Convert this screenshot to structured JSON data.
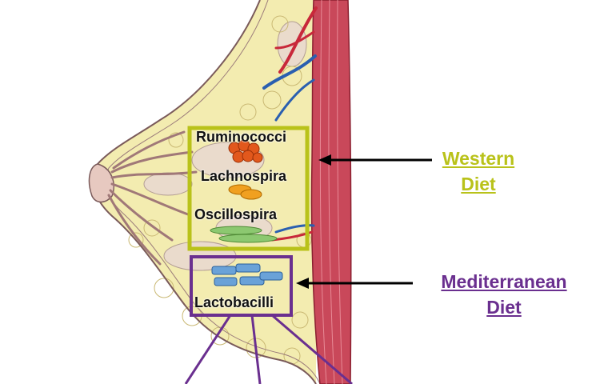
{
  "colors": {
    "background": "#ffffff",
    "skin_outline": "#7a5a5a",
    "fat_tissue": "#f3ecb0",
    "muscle": "#c9485a",
    "western_box": "#b9c21a",
    "western_text": "#b9c21a",
    "mediterranean_box": "#6a2f8f",
    "mediterranean_text": "#6a2f8f",
    "arrow": "#000000",
    "vein": "#2a5fb0",
    "artery": "#c8283a",
    "ruminococci_cells": "#e2581c",
    "lachnospira_cells": "#f0a020",
    "oscillospira_cells": "#8cc870",
    "lactobacilli_cells": "#6aa2d8"
  },
  "western": {
    "label_line1": "Western",
    "label_line2": "Diet",
    "bacteria": [
      "Ruminococci",
      "Lachnospira",
      "Oscillospira"
    ]
  },
  "mediterranean": {
    "label_line1": "Mediterranean",
    "label_line2": "Diet",
    "bacteria": [
      "Lactobacilli"
    ]
  }
}
